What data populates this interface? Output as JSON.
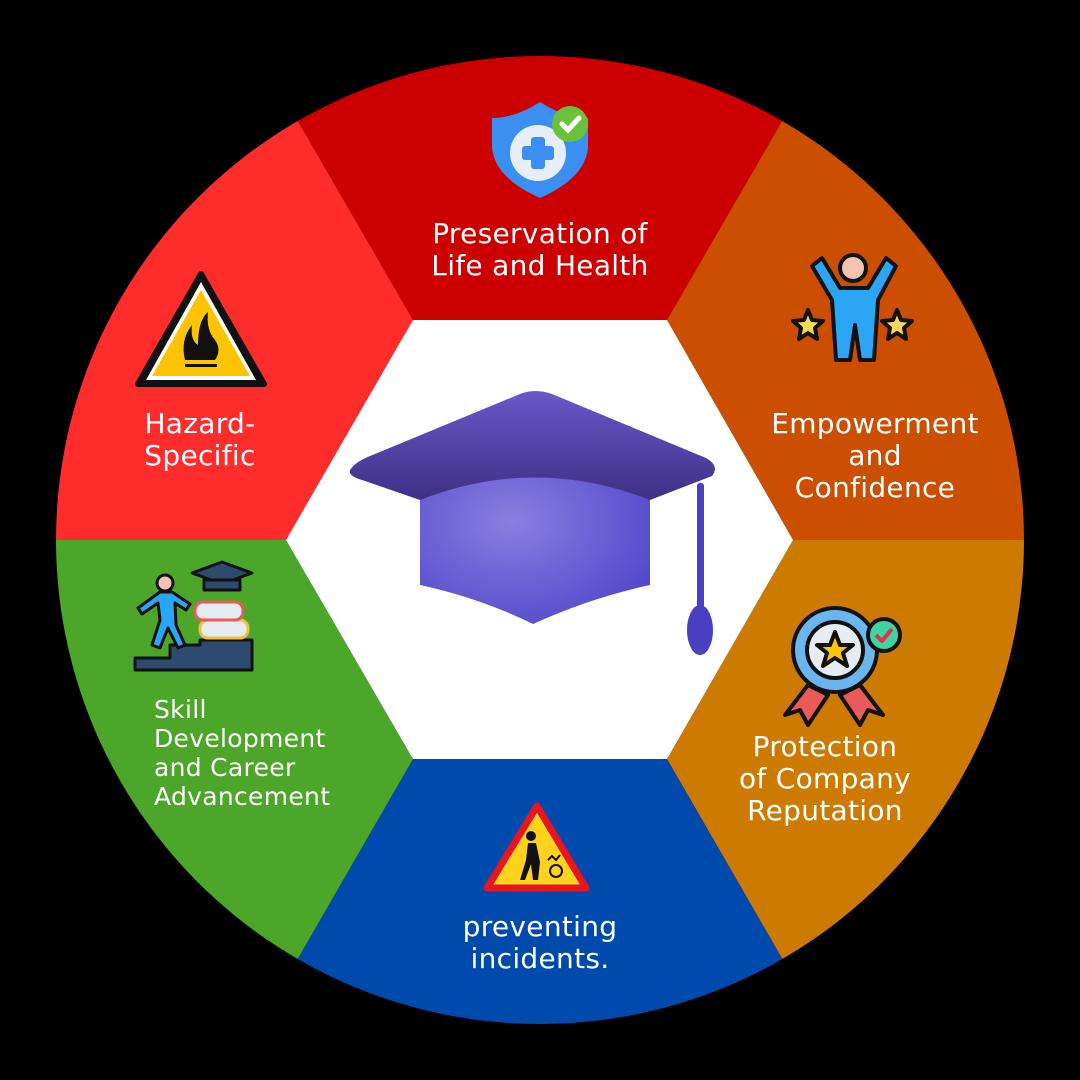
{
  "diagram": {
    "type": "hexagonal-segment-wheel",
    "background": "#000000",
    "center": {
      "icon": "graduation-cap-icon",
      "fill": "#FFFFFF"
    },
    "segments": [
      {
        "id": "preservation",
        "label": "Preservation of\nLife and Health",
        "icon": "shield-plus-check-icon",
        "color": "#CC0000"
      },
      {
        "id": "empowerment",
        "label": "Empowerment\nand\nConfidence",
        "icon": "celebrating-person-stars-icon",
        "color": "#CC4E00"
      },
      {
        "id": "reputation",
        "label": "Protection\nof Company\nReputation",
        "icon": "award-badge-check-icon",
        "color": "#CC7A00"
      },
      {
        "id": "preventing",
        "label": "preventing\nincidents.",
        "icon": "distracted-walker-warning-icon",
        "color": "#004AAD"
      },
      {
        "id": "skill",
        "label": "Skill\nDevelopment\nand Career\nAdvancement",
        "icon": "person-climbing-books-icon",
        "color": "#4CA62A"
      },
      {
        "id": "hazard",
        "label": "Hazard-\nSpecific",
        "icon": "flammable-warning-icon",
        "color": "#FF2C2C"
      }
    ]
  }
}
